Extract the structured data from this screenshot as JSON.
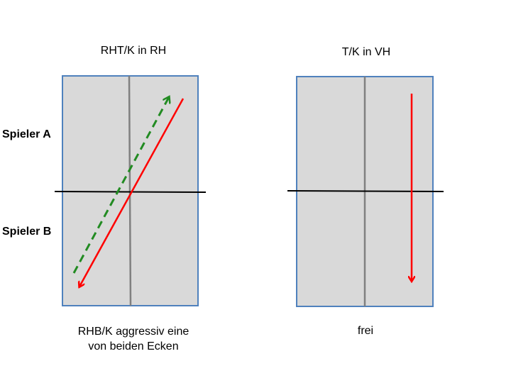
{
  "left_panel": {
    "title": "RHT/K in RH",
    "caption_line1": "RHB/K aggressiv eine",
    "caption_line2": "von beiden Ecken"
  },
  "right_panel": {
    "title": "T/K in VH",
    "caption": "frei"
  },
  "players": {
    "a": "Spieler A",
    "b": "Spieler B"
  },
  "colors": {
    "table_fill": "#d9d9d9",
    "table_border": "#4f81bd",
    "center_line": "#808080",
    "net": "#000000",
    "red_arrow": "#ff0000",
    "green_arrow": "#228b22"
  }
}
